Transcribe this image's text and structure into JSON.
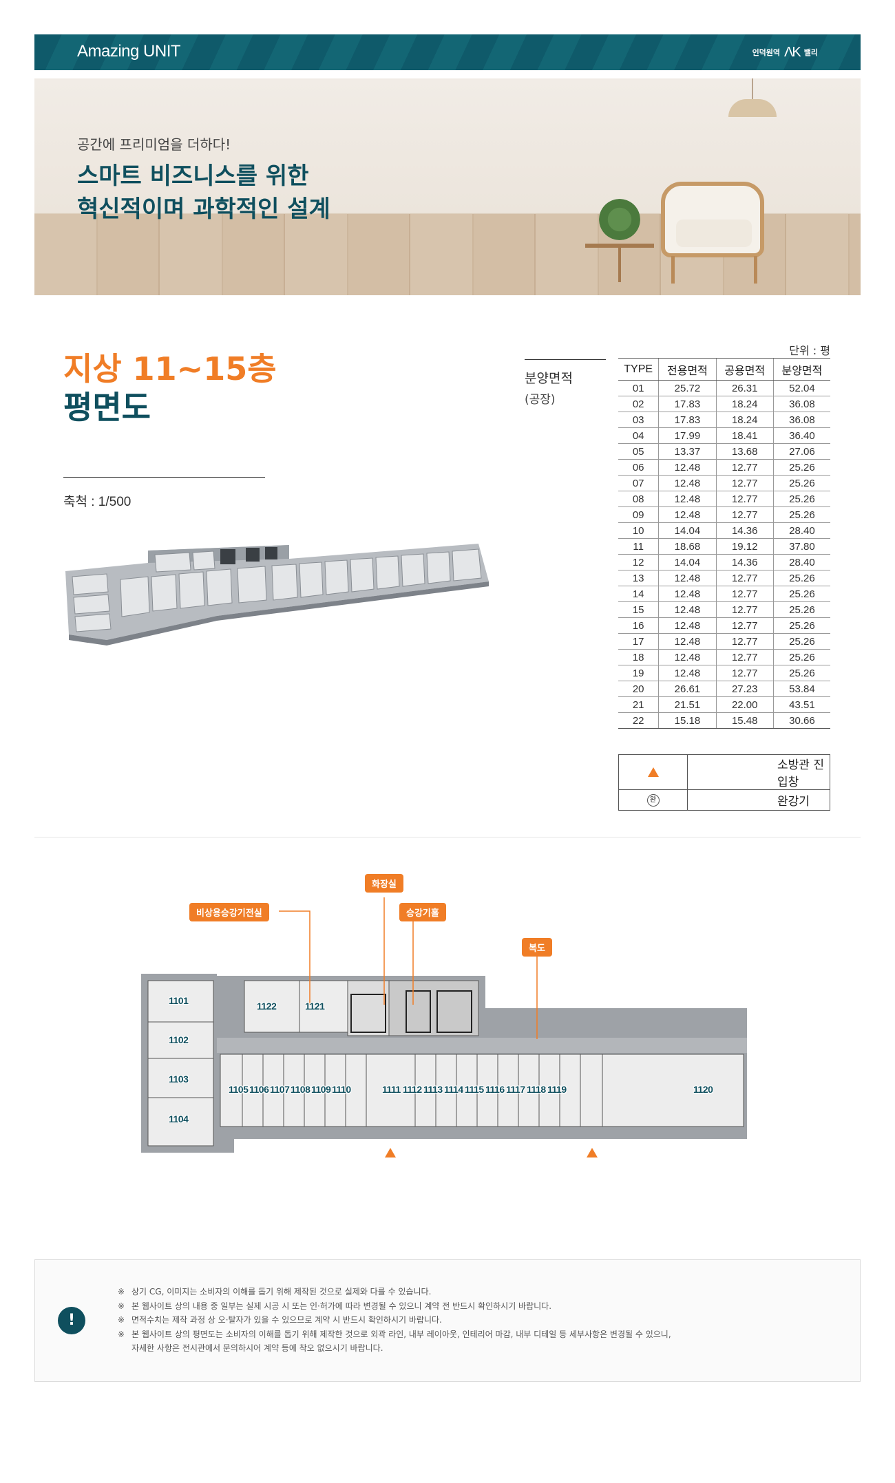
{
  "header": {
    "title": "Amazing UNIT",
    "logo_prefix": "인덕원역",
    "logo_mark": "ΛK",
    "logo_suffix": "밸리"
  },
  "banner": {
    "subtitle": "공간에 프리미엄을 더하다!",
    "headline_line1": "스마트 비즈니스를 위한",
    "headline_line2": "혁신적이며 과학적인 설계"
  },
  "floor": {
    "title": "지상 11~15층",
    "subtitle": "평면도",
    "scale": "축척 : 1/500"
  },
  "area_table": {
    "label": "분양면적",
    "sublabel": "(공장)",
    "unit": "단위 : 평",
    "headers": [
      "TYPE",
      "전용면적",
      "공용면적",
      "분양면적"
    ],
    "rows": [
      [
        "01",
        "25.72",
        "26.31",
        "52.04"
      ],
      [
        "02",
        "17.83",
        "18.24",
        "36.08"
      ],
      [
        "03",
        "17.83",
        "18.24",
        "36.08"
      ],
      [
        "04",
        "17.99",
        "18.41",
        "36.40"
      ],
      [
        "05",
        "13.37",
        "13.68",
        "27.06"
      ],
      [
        "06",
        "12.48",
        "12.77",
        "25.26"
      ],
      [
        "07",
        "12.48",
        "12.77",
        "25.26"
      ],
      [
        "08",
        "12.48",
        "12.77",
        "25.26"
      ],
      [
        "09",
        "12.48",
        "12.77",
        "25.26"
      ],
      [
        "10",
        "14.04",
        "14.36",
        "28.40"
      ],
      [
        "11",
        "18.68",
        "19.12",
        "37.80"
      ],
      [
        "12",
        "14.04",
        "14.36",
        "28.40"
      ],
      [
        "13",
        "12.48",
        "12.77",
        "25.26"
      ],
      [
        "14",
        "12.48",
        "12.77",
        "25.26"
      ],
      [
        "15",
        "12.48",
        "12.77",
        "25.26"
      ],
      [
        "16",
        "12.48",
        "12.77",
        "25.26"
      ],
      [
        "17",
        "12.48",
        "12.77",
        "25.26"
      ],
      [
        "18",
        "12.48",
        "12.77",
        "25.26"
      ],
      [
        "19",
        "12.48",
        "12.77",
        "25.26"
      ],
      [
        "20",
        "26.61",
        "27.23",
        "53.84"
      ],
      [
        "21",
        "21.51",
        "22.00",
        "43.51"
      ],
      [
        "22",
        "15.18",
        "15.48",
        "30.66"
      ]
    ]
  },
  "legend": [
    {
      "symbol": "▲",
      "label": "소방관 진입창",
      "icon": "triangle-icon"
    },
    {
      "symbol": "완",
      "label": "완강기",
      "icon": "circle-icon"
    }
  ],
  "plan_tags": {
    "restroom": "화장실",
    "emergency_elevator": "비상용승강기전실",
    "elevator_hall": "승강기홀",
    "corridor": "복도"
  },
  "units": {
    "left_wing": [
      "1101",
      "1102",
      "1103",
      "1104"
    ],
    "top_row": [
      "1122",
      "1121"
    ],
    "corridor_row": [
      "1105",
      "1106",
      "1107",
      "1108",
      "1109",
      "1110",
      "1111",
      "1112",
      "1113",
      "1114",
      "1115",
      "1116",
      "1117",
      "1118",
      "1119",
      "1120"
    ]
  },
  "notice": {
    "marker": "※",
    "items": [
      "상기 CG, 이미지는 소비자의 이해를 돕기 위해 제작된 것으로 실제와 다를 수 있습니다.",
      "본 웹사이트 상의 내용 중 일부는 실제 시공 시 또는 인·허가에 따라 변경될 수 있으니 계약 전 반드시 확인하시기 바랍니다.",
      "면적수치는 제작 과정 상 오·탈자가 있을 수 있으므로 계약 시 반드시 확인하시기 바랍니다.",
      "본 웹사이트 상의 평면도는 소비자의 이해를 돕기 위해 제작한 것으로 외곽 라인, 내부 레이아웃, 인테리어 마감, 내부 디테일 등 세부사항은 변경될 수 있으니,"
    ],
    "continuation": "자세한 사항은 전시관에서 문의하시어 계약 등에 착오 없으시기 바랍니다."
  },
  "colors": {
    "brand_teal": "#0f4f5e",
    "accent_orange": "#f07d26"
  }
}
